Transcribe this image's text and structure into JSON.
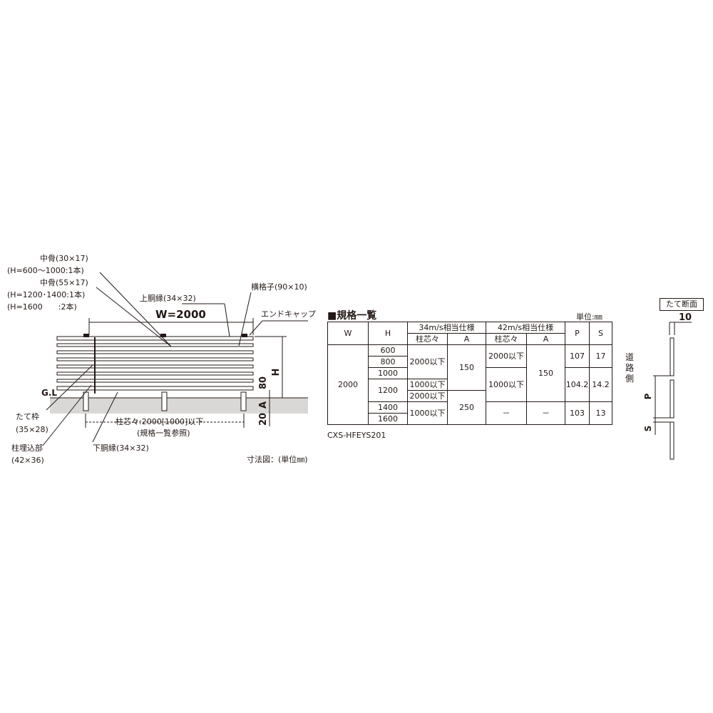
{
  "drawing": {
    "labels": {
      "mid_frame_1": "中骨(30×17)",
      "mid_frame_1_note": "(H=600～1000:1本)",
      "mid_frame_2": "中骨(55×17)",
      "mid_frame_2_note_a": "(H=1200･1400:1本)",
      "mid_frame_2_note_b": "(H=1600　　:2本)",
      "upper_rail": "上胴縁(34×32)",
      "horizontal_slat": "横格子(90×10)",
      "end_cap": "エンドキャップ",
      "width": "W=2000",
      "height_dim": "H",
      "dim_80": "80",
      "dim_20": "20",
      "dim_a": "A",
      "gl": "G.L",
      "vertical_frame": "たて枠",
      "vertical_frame_size": "(35×28)",
      "post_embed": "柱埋込部",
      "post_embed_size": "(42×36)",
      "post_pitch": "柱芯々:2000[1000]以下",
      "post_pitch_note": "(規格一覧参照)",
      "lower_rail": "下胴縁(34×32)",
      "caption": "寸法図：(単位㎜)"
    }
  },
  "spec_table": {
    "title": "■規格一覧",
    "unit": "単位:㎜",
    "model": "CXS-HFEYS201",
    "headers": {
      "w": "W",
      "h": "H",
      "g34": "34m/s相当仕様",
      "g42": "42m/s相当仕様",
      "pitch": "柱芯々",
      "a": "A",
      "p": "P",
      "s": "S"
    },
    "cells": {
      "w_value": "2000",
      "h600": "600",
      "h800": "800",
      "h1000": "1000",
      "h1200": "1200",
      "h1400": "1400",
      "h1600": "1600",
      "p34_2000a": "2000以下",
      "p34_1000a": "1000以下",
      "p34_2000b": "2000以下",
      "p34_1000b": "1000以下",
      "a34_150": "150",
      "a34_250": "250",
      "p42_2000": "2000以下",
      "p42_1000": "1000以下",
      "p42_dash": "－",
      "a42_150": "150",
      "a42_dash": "－",
      "p107": "107",
      "p104": "104.2",
      "p103": "103",
      "s17": "17",
      "s142": "14.2",
      "s13": "13"
    }
  },
  "section": {
    "title": "たて断面",
    "dim_10": "10",
    "road_side": "道路側",
    "p": "P",
    "s": "S"
  }
}
